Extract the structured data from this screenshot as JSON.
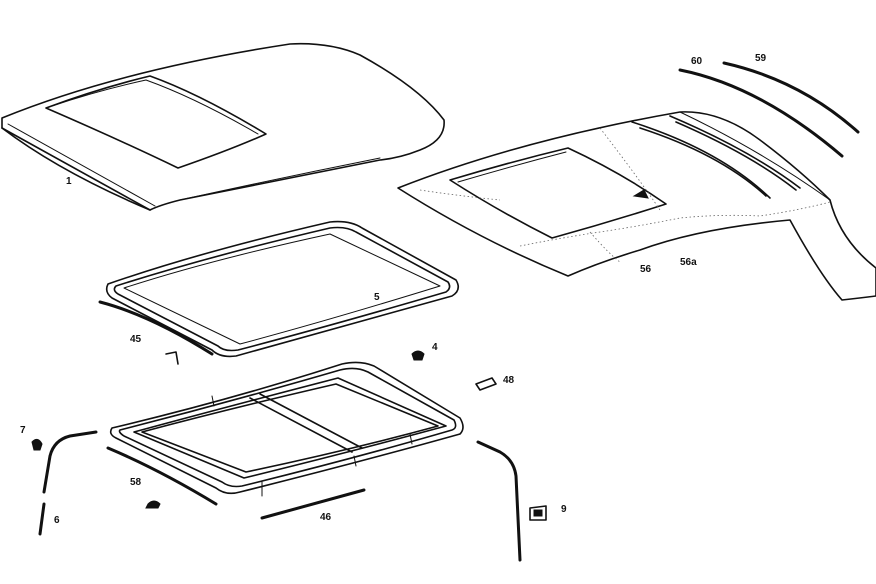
{
  "callouts": {
    "p1": "1",
    "p4": "4",
    "p5": "5",
    "p6": "6",
    "p7": "7",
    "p9": "9",
    "p45": "45",
    "p46": "46",
    "p48": "48",
    "p56": "56",
    "p56a": "56a",
    "p58": "58",
    "p59": "59",
    "p60": "60"
  }
}
